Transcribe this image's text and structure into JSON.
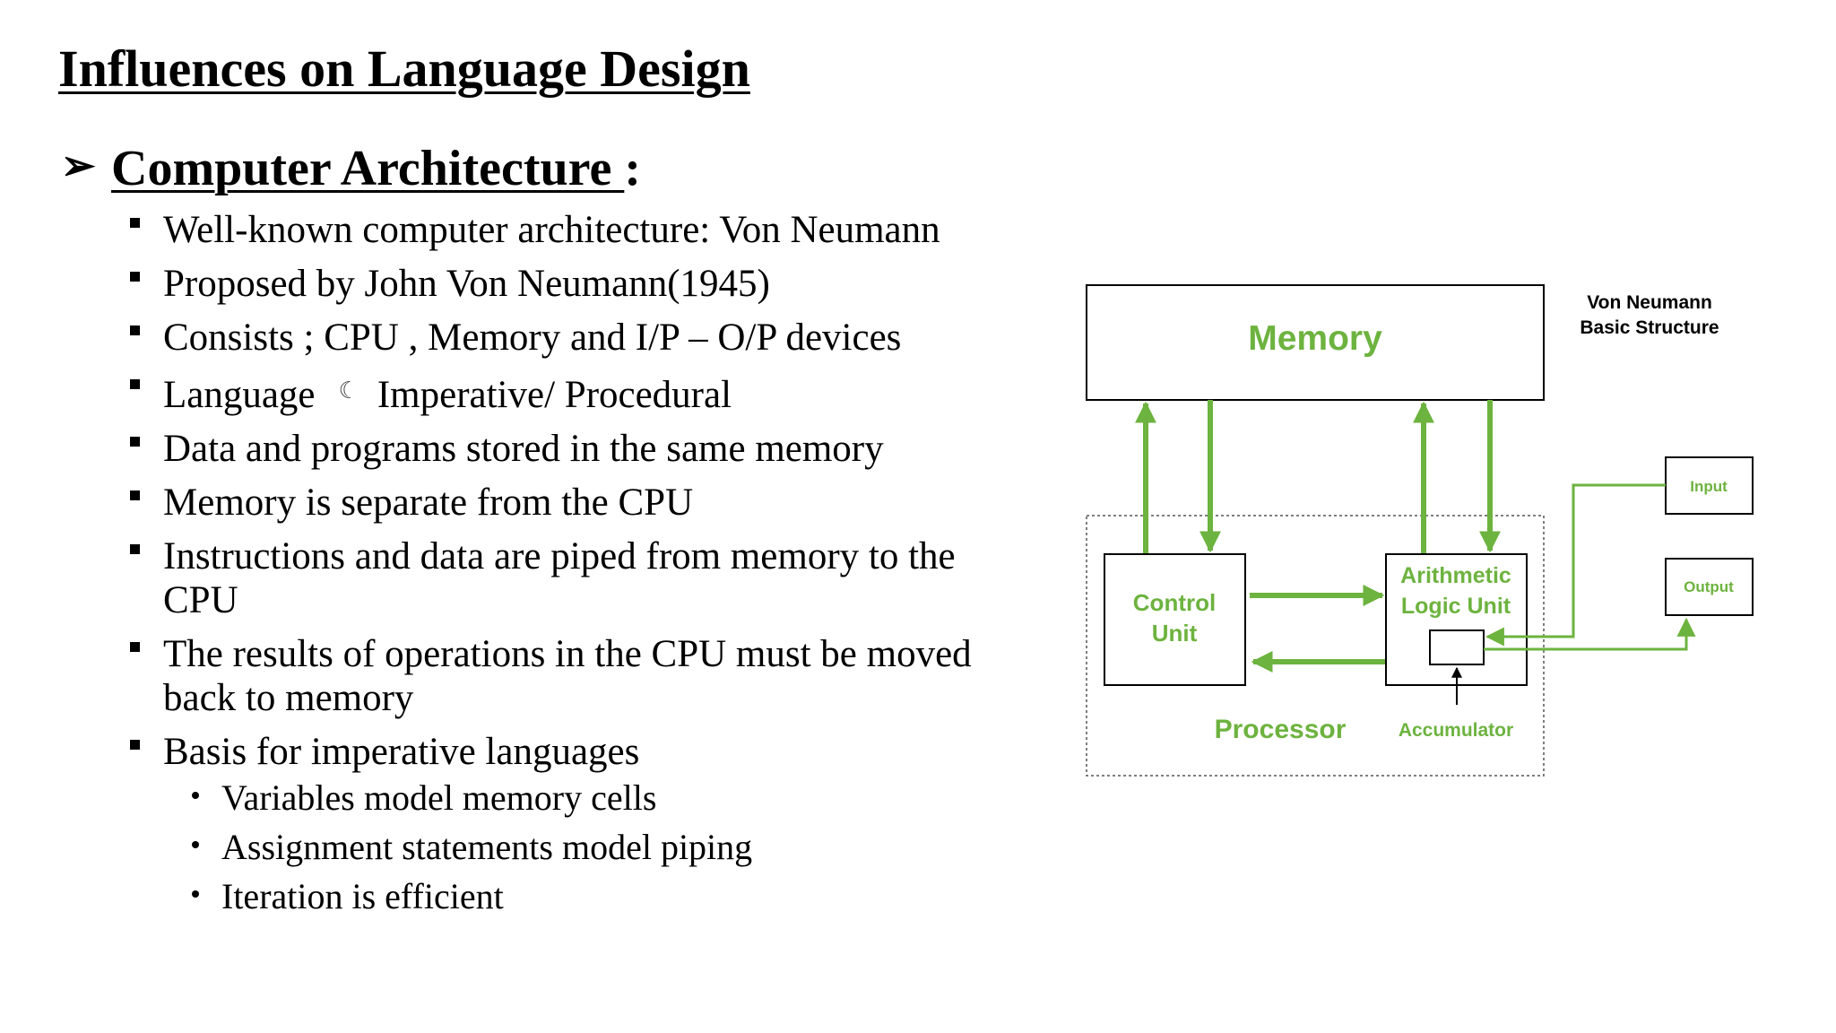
{
  "title": "Influences on Language Design",
  "section": {
    "arrow": "➢",
    "label": "Computer Architecture ",
    "colon": ":"
  },
  "bullets": [
    "Well-known computer architecture: Von Neumann",
    "Proposed by John Von Neumann(1945)",
    "Consists ; CPU , Memory and I/P – O/P devices",
    {
      "before": "Language",
      "symbol": "☾",
      "after": "Imperative/ Procedural"
    },
    "Data and programs stored in the same memory",
    "Memory is separate from the CPU",
    "Instructions and data are piped from memory to the CPU",
    "The results of operations in the CPU must be moved back to memory",
    "Basis for imperative languages"
  ],
  "sub_bullets": [
    "Variables model memory cells",
    "Assignment statements model piping",
    "Iteration is efficient"
  ],
  "diagram": {
    "caption_line1": "Von Neumann",
    "caption_line2": "Basic Structure",
    "memory": "Memory",
    "control_line1": "Control",
    "control_line2": "Unit",
    "alu_line1": "Arithmetic",
    "alu_line2": "Logic Unit",
    "processor": "Processor",
    "accumulator": "Accumulator",
    "input": "Input",
    "output": "Output",
    "accent_color": "#6db33f",
    "line_color": "#000000"
  }
}
